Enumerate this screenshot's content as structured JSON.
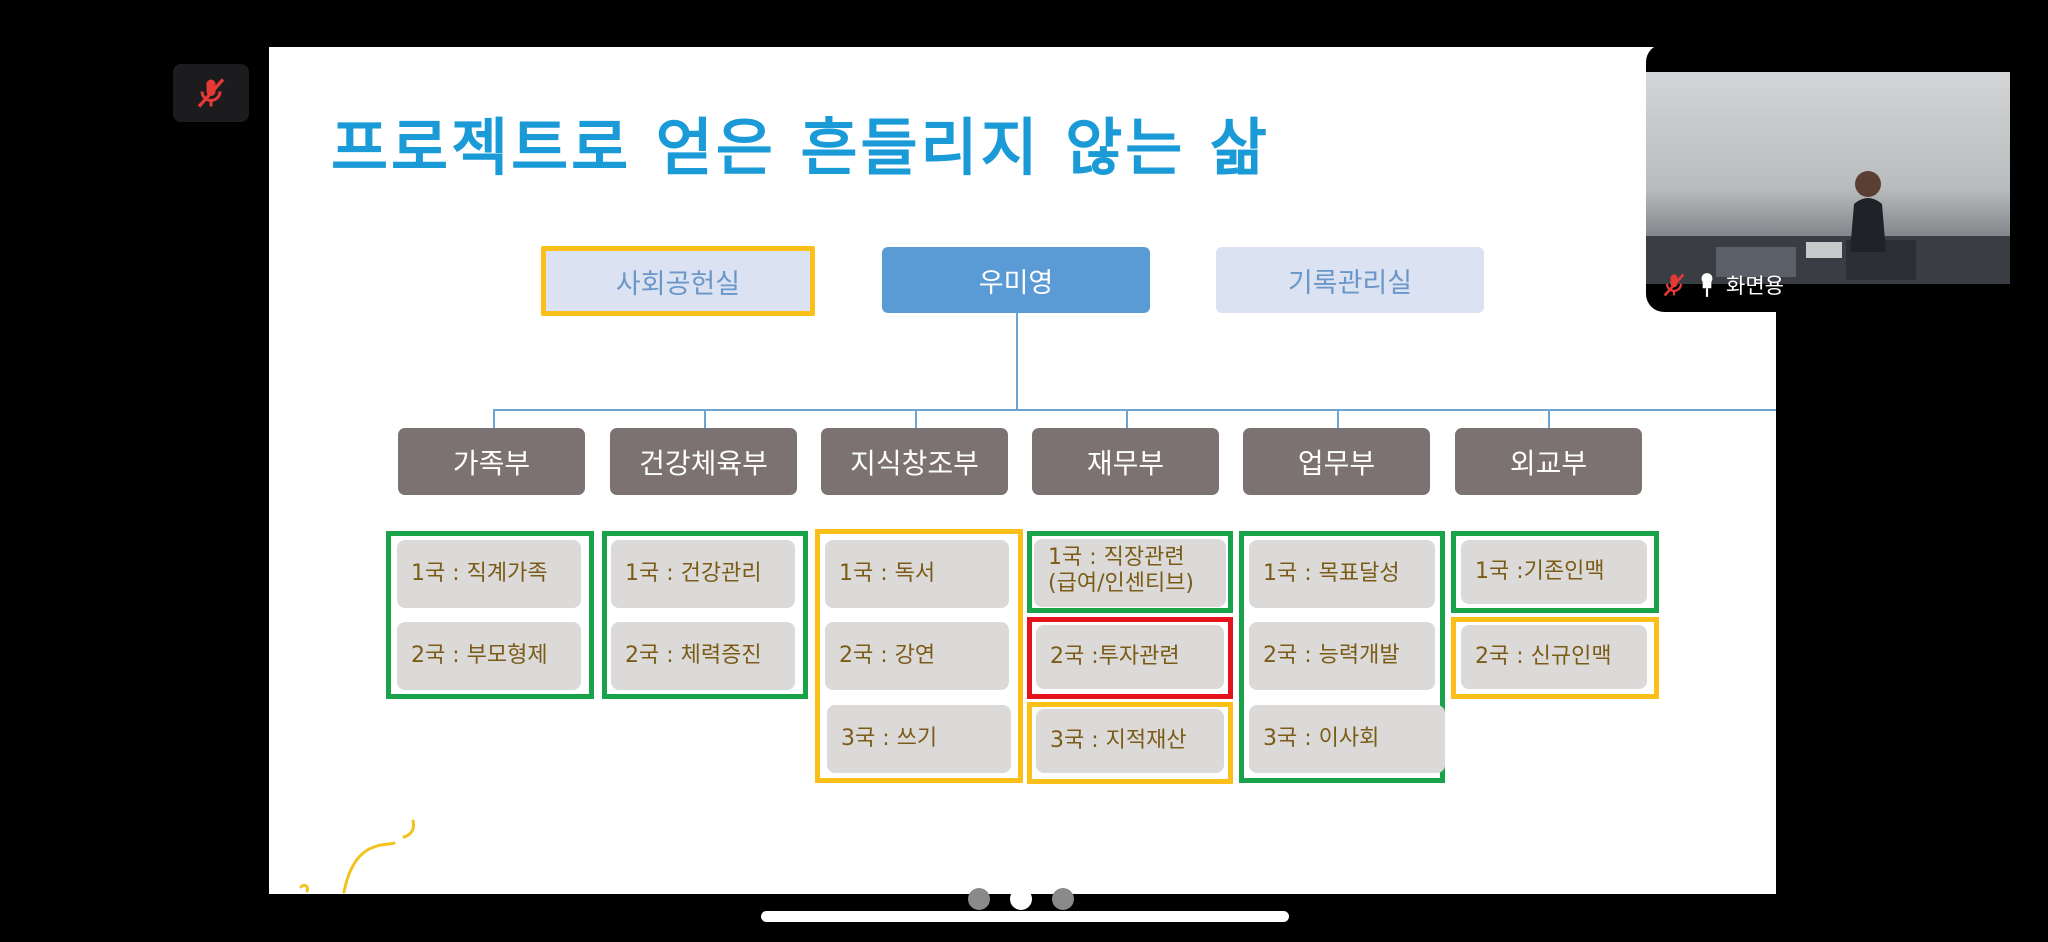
{
  "slide": {
    "title": "프로젝트로 얻은 흔들리지 않는 삶",
    "top_boxes": {
      "social": "사회공헌실",
      "ceo": "우미영",
      "records": "기록관리실"
    },
    "departments": [
      "가족부",
      "건강체육부",
      "지식창조부",
      "재무부",
      "업무부",
      "외교부"
    ],
    "items": {
      "family_1": "1국 : 직계가족",
      "family_2": "2국 : 부모형제",
      "health_1": "1국 : 건강관리",
      "health_2": "2국 : 체력증진",
      "knowledge_1": "1국 : 독서",
      "knowledge_2": "2국 : 강연",
      "knowledge_3": "3국 : 쓰기",
      "finance_1_line1": "1국 : 직장관련",
      "finance_1_line2": "(급여/인센티브)",
      "finance_2": "2국 :투자관련",
      "finance_3": "3국 : 지적재산",
      "work_1": "1국 : 목표달성",
      "work_2": "2국 : 능력개발",
      "work_3": "3국 : 이사회",
      "diplomacy_1": "1국 :기존인맥",
      "diplomacy_2": "2국 : 신규인맥"
    },
    "colors": {
      "title": "#1a9ad6",
      "green_border": "#1aa24a",
      "yellow_border": "#fbbf1a",
      "red_border": "#e3141b",
      "dept_bg": "#7b7271",
      "ceo_bg": "#5b9bd5"
    }
  },
  "participant": {
    "name": "화면용",
    "mic_icon": "mic-muted-icon",
    "pin_icon": "pin-icon"
  },
  "pager": {
    "pages": 3,
    "active": 2
  }
}
